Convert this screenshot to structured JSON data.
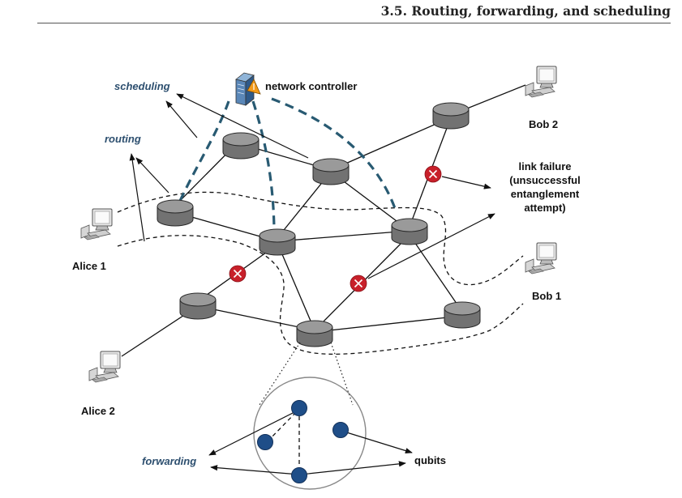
{
  "header": {
    "title": "3.5. Routing, forwarding, and scheduling"
  },
  "labels": {
    "network_controller": "network controller",
    "scheduling": "scheduling",
    "routing": "routing",
    "forwarding": "forwarding",
    "qubits": "qubits",
    "alice1": "Alice 1",
    "alice2": "Alice 2",
    "bob1": "Bob 1",
    "bob2": "Bob 2",
    "link_failure": [
      "link failure",
      "(unsuccessful",
      "entanglement",
      "attempt)"
    ]
  },
  "colors": {
    "router": "#7a7a7a",
    "router_top": "#9c9c9c",
    "failure": "#c8202a",
    "qubit": "#1f4e88",
    "control": "#285a72"
  },
  "icons": [
    "server-icon",
    "computer-icon",
    "router-icon",
    "link-failure-icon",
    "qubit-icon"
  ]
}
